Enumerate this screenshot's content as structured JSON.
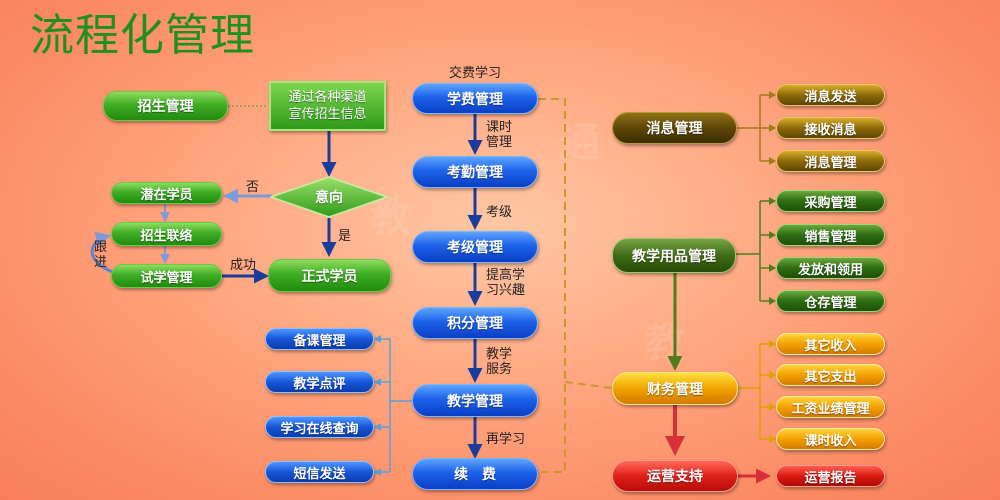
{
  "title": "流程化管理",
  "colors": {
    "green": "#2f9b1a",
    "blue": "#1656d8",
    "arrow_blue": "#1a3d9c",
    "olive": "#5e4604",
    "dark_green": "#3f6b16",
    "yellow": "#f0a400",
    "red": "#dc1a14",
    "dash": "#c89a2c"
  },
  "left": {
    "recruit": "招生管理",
    "channel_box": "通过各种渠道\n宣传招生信息",
    "intent": "意向",
    "no": "否",
    "yes": "是",
    "potential": "潜在学员",
    "contact": "招生联络",
    "trial": "试学管理",
    "follow": "跟\n进",
    "success": "成功",
    "formal": "正式学员"
  },
  "center": {
    "pay_study": "交费学习",
    "fee": "学费管理",
    "class_hours": "课时\n管理",
    "attendance": "考勤管理",
    "grade_label": "考级",
    "grade": "考级管理",
    "interest": "提高学\n习兴趣",
    "points": "积分管理",
    "teach_service": "教学\n服务",
    "teaching": "教学管理",
    "restudy": "再学习",
    "renew": "续　费"
  },
  "teaching_subs": [
    "备课管理",
    "教学点评",
    "学习在线查询",
    "短信发送"
  ],
  "right": {
    "message": "消息管理",
    "message_subs": [
      "消息发送",
      "接收消息",
      "消息管理"
    ],
    "supplies": "教学用品管理",
    "supplies_subs": [
      "采购管理",
      "销售管理",
      "发放和领用",
      "仓存管理"
    ],
    "finance": "财务管理",
    "finance_subs": [
      "其它收入",
      "其它支出",
      "工资业绩管理",
      "课时收入"
    ],
    "ops": "运营支持",
    "ops_report": "运营报告"
  }
}
